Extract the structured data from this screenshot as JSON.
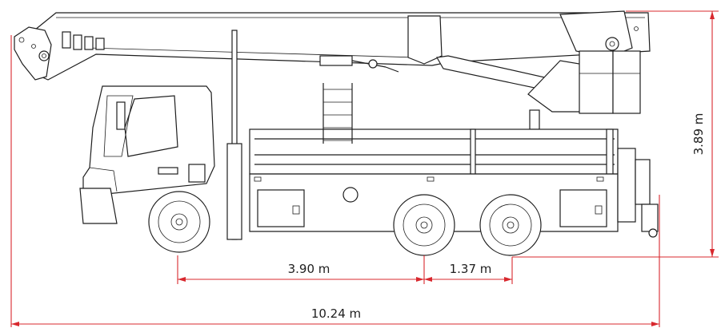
{
  "dimensions": {
    "overall_length": "10.24 m",
    "wheelbase_front": "3.90 m",
    "rear_axle_spacing": "1.37 m",
    "overall_height": "3.89 m"
  },
  "colors": {
    "dimension_line": "#d8282e",
    "line_art": "#1e1e1e",
    "background": "#ffffff"
  }
}
